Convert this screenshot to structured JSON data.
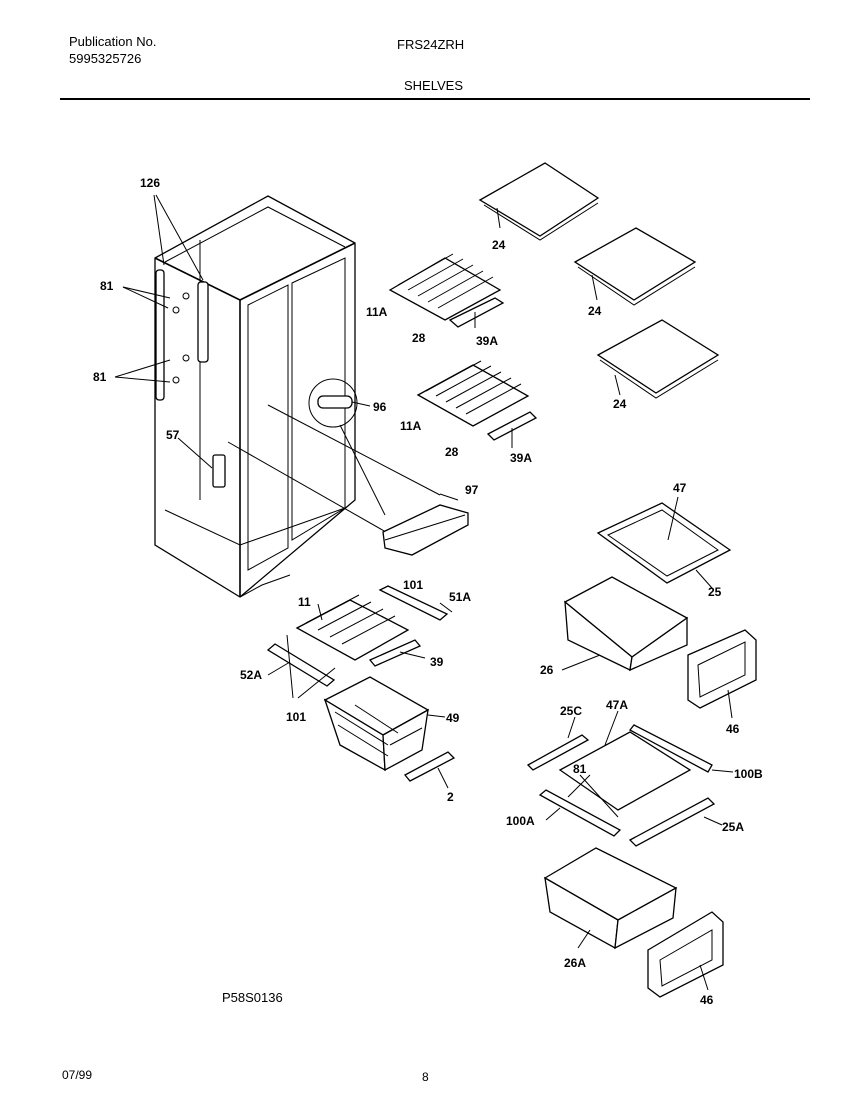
{
  "header": {
    "publication_label": "Publication No.",
    "publication_number": "5995325726",
    "model": "FRS24ZRH",
    "section_title": "SHELVES"
  },
  "diagram": {
    "drawing_code": "P58S0136",
    "labels": {
      "l126": "126",
      "l81a": "81",
      "l81b": "81",
      "l57": "57",
      "l96": "96",
      "l97": "97",
      "l11a_1": "11A",
      "l28_1": "28",
      "l39a_1": "39A",
      "l11a_2": "11A",
      "l28_2": "28",
      "l39a_2": "39A",
      "l24_1": "24",
      "l24_2": "24",
      "l24_3": "24",
      "l47": "47",
      "l25": "25",
      "l26": "26",
      "l46_1": "46",
      "l11": "11",
      "l101_1": "101",
      "l51a": "51A",
      "l39": "39",
      "l52a": "52A",
      "l101_2": "101",
      "l49": "49",
      "l2": "2",
      "l25c": "25C",
      "l47a": "47A",
      "l81c": "81",
      "l100b": "100B",
      "l100a": "100A",
      "l25a": "25A",
      "l26a": "26A",
      "l46_2": "46"
    }
  },
  "footer": {
    "date": "07/99",
    "page": "8"
  }
}
